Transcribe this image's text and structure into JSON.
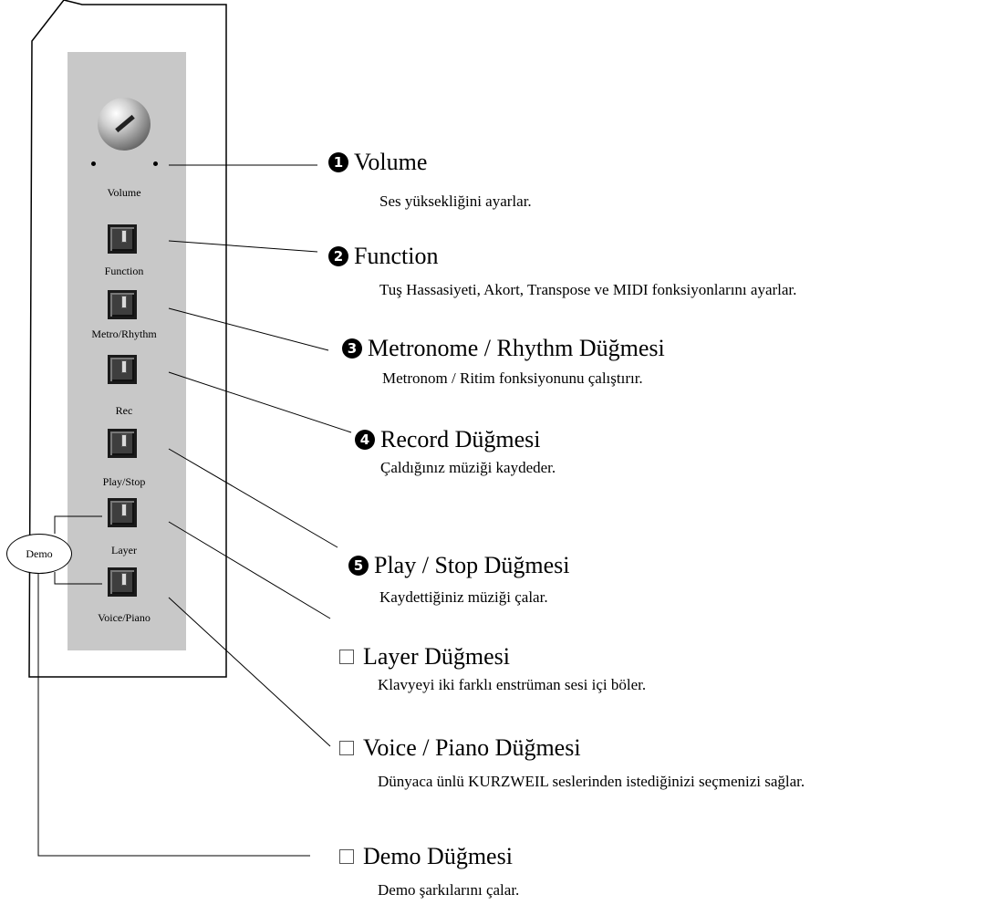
{
  "panel": {
    "knob_label": "Volume",
    "demo_label": "Demo",
    "buttons": [
      {
        "label": "Function"
      },
      {
        "label": "Metro/Rhythm"
      },
      {
        "label": "Rec"
      },
      {
        "label": "Play/Stop"
      },
      {
        "label": "Layer"
      },
      {
        "label": "Voice/Piano"
      }
    ]
  },
  "callouts": [
    {
      "marker": "1",
      "title": "Volume",
      "description": "Ses yüksekliğini ayarlar."
    },
    {
      "marker": "2",
      "title": "Function",
      "description": "Tuş Hassasiyeti, Akort, Transpose ve MIDI fonksiyonlarını ayarlar."
    },
    {
      "marker": "3",
      "title": "Metronome / Rhythm Düğmesi",
      "description": "Metronom / Ritim fonksiyonunu çalıştırır."
    },
    {
      "marker": "4",
      "title": "Record Düğmesi",
      "description": "Çaldığınız müziği kaydeder."
    },
    {
      "marker": "5",
      "title": "Play / Stop Düğmesi",
      "description": "Kaydettiğiniz müziği çalar."
    },
    {
      "marker": "",
      "title": "Layer Düğmesi",
      "description": "Klavyeyi iki farklı enstrüman sesi içi böler."
    },
    {
      "marker": "",
      "title": "Voice / Piano Düğmesi",
      "description": "Dünyaca ünlü KURZWEIL seslerinden istediğinizi seçmenizi sağlar."
    },
    {
      "marker": "",
      "title": "Demo Düğmesi",
      "description": "Demo şarkılarını çalar."
    }
  ]
}
